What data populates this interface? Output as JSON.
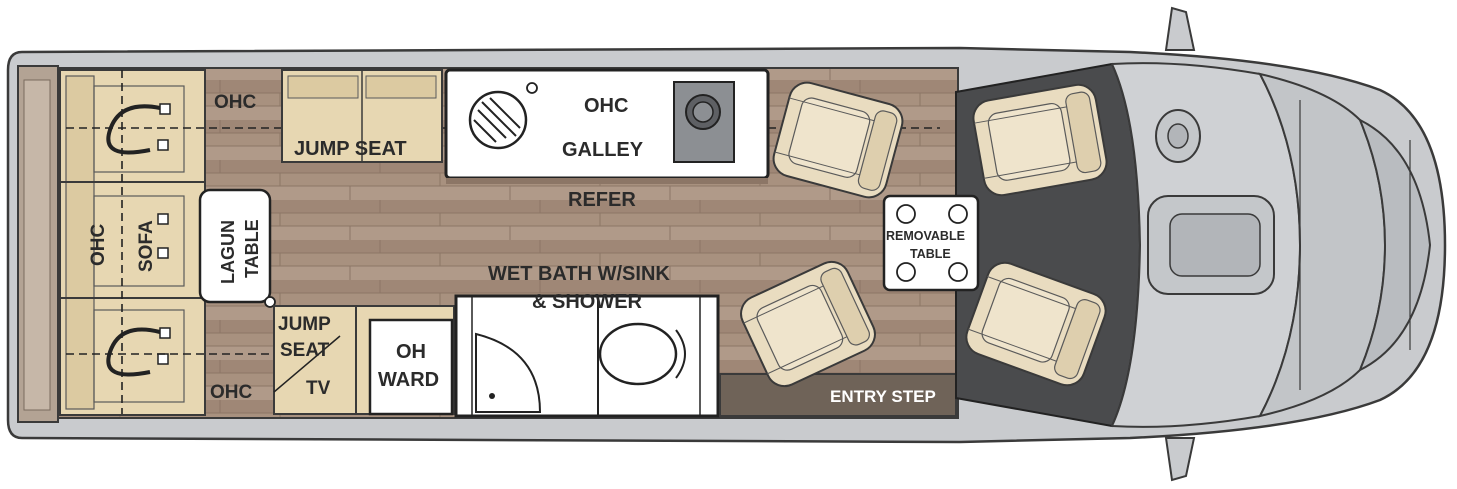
{
  "labels": {
    "ohc_top_left": "OHC",
    "ohc_bottom_left": "OHC",
    "ohc_rear_vertical": "OHC",
    "sofa": "SOFA",
    "jump_seat_top": "JUMP SEAT",
    "jump_seat_bottom_1": "JUMP",
    "jump_seat_bottom_2": "SEAT",
    "tv": "TV",
    "lagun_table_1": "LAGUN",
    "lagun_table_2": "TABLE",
    "ohc_galley_1": "OHC",
    "ohc_galley_2": "GALLEY",
    "refer": "REFER",
    "wet_bath_1": "WET BATH W/SINK",
    "wet_bath_2": "& SHOWER",
    "oh_ward_1": "OH",
    "oh_ward_2": "WARD",
    "entry_step": "ENTRY STEP",
    "removable_table_1": "REMOVABLE",
    "removable_table_2": "TABLE"
  },
  "colors": {
    "body_gray": "#c9cbce",
    "floor_wood": "#a58e7e",
    "sofa_tan": "#e7d7b2",
    "seat_cream": "#e9dcc0",
    "cab_dark": "#4a4b4d",
    "entry_step": "#6f6358",
    "outline": "#3a3a3a"
  }
}
